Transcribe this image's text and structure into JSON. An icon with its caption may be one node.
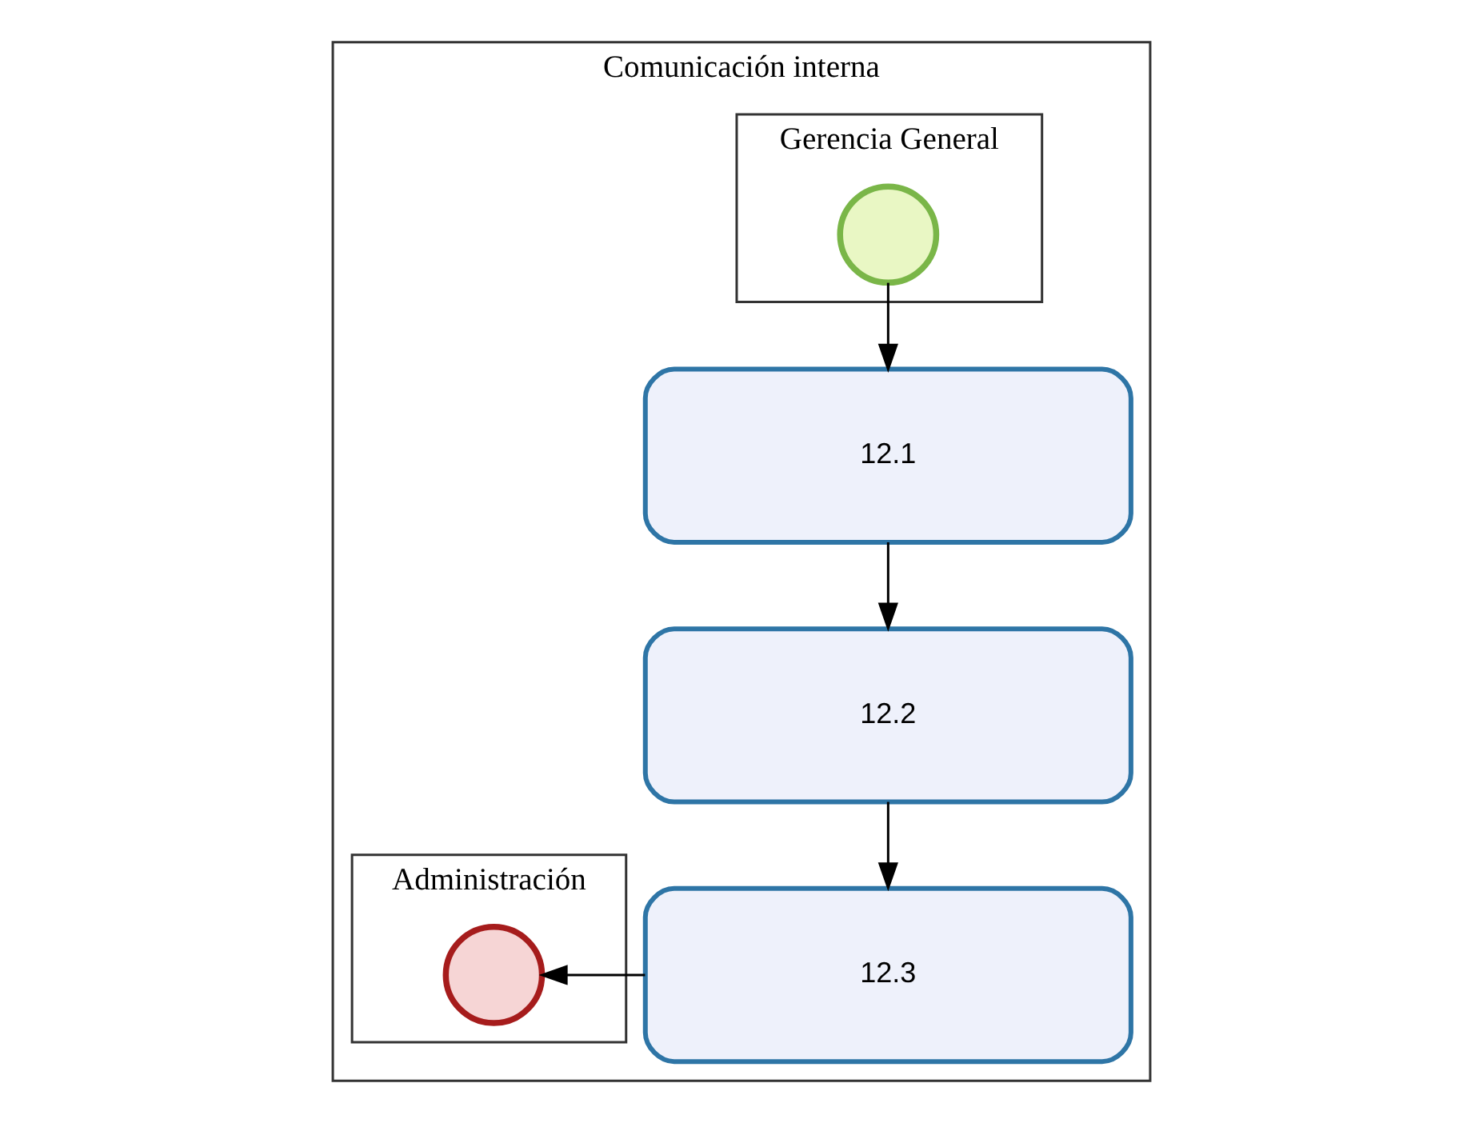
{
  "diagram": {
    "nodes": [
      {
        "text": [
          "Comunicación interna"
        ]
      },
      {
        "text": [
          "Gerencia General"
        ],
        "in": 0
      },
      {
        "text": [
          "Administración"
        ],
        "in": 0
      },
      {
        "text": [],
        "shape": "circle",
        "in": 1
      },
      {
        "text": [
          "12.1"
        ],
        "in": 0
      },
      {
        "text": [
          "12.2"
        ],
        "in": 0
      },
      {
        "text": [
          "12.3"
        ],
        "in": 0
      },
      {
        "text": [],
        "shape": "circle",
        "in": 2
      }
    ],
    "edges": [
      {
        "from": 3,
        "to": 4,
        "arrow": "to"
      },
      {
        "from": 4,
        "to": 5,
        "arrow": "to"
      },
      {
        "from": 5,
        "to": 6,
        "arrow": "to"
      },
      {
        "from": 6,
        "to": 7,
        "arrow": "to"
      }
    ]
  }
}
